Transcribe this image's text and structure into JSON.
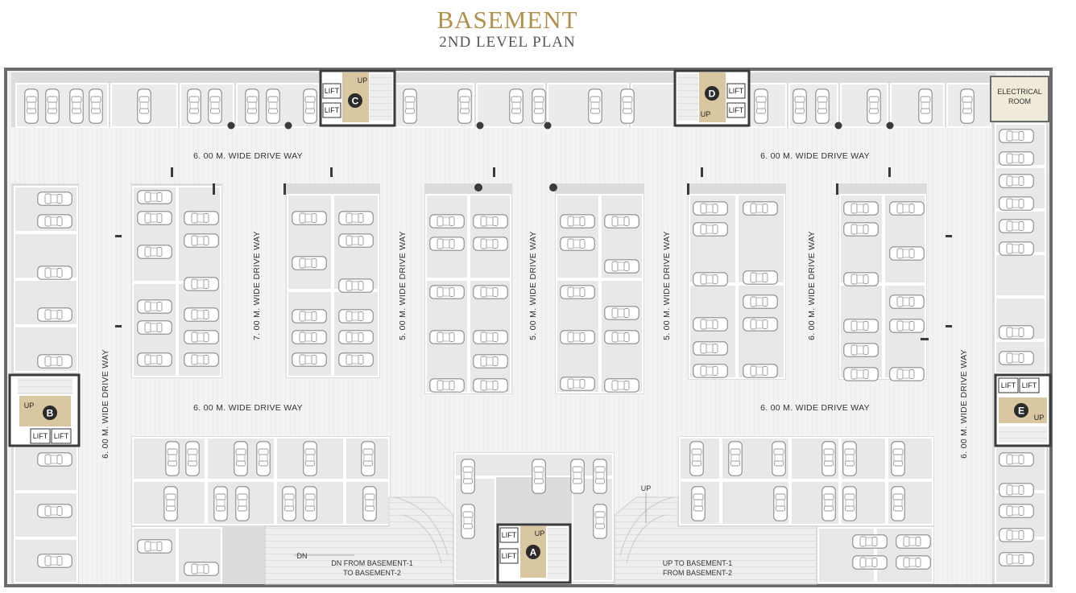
{
  "header": {
    "title": "BASEMENT",
    "subtitle": "2ND LEVEL PLAN"
  },
  "labels": {
    "drive_top_left": "6. 00 M. WIDE DRIVE WAY",
    "drive_top_right": "6. 00 M. WIDE DRIVE WAY",
    "drive_mid_left": "6. 00 M. WIDE DRIVE WAY",
    "drive_mid_right": "6. 00 M. WIDE DRIVE WAY",
    "drive_left_vertical": "6. 00 M. WIDE DRIVE WAY",
    "drive_right_vertical": "6. 00 M. WIDE DRIVE WAY",
    "drive_7m": "7. 00 M. WIDE DRIVE WAY",
    "drive_5m_1": "5. 00 M. WIDE DRIVE WAY",
    "drive_5m_2": "5. 00 M. WIDE DRIVE WAY",
    "drive_5m_3": "5. 00 M. WIDE DRIVE WAY",
    "drive_6m_v1": "6. 00 M. WIDE DRIVE WAY",
    "electrical_1": "ELECTRICAL",
    "electrical_2": "ROOM",
    "ramp_dn": "DN",
    "ramp_up": "UP",
    "ramp_down_1": "DN FROM BASEMENT-1",
    "ramp_down_2": "TO BASEMENT-2",
    "ramp_upto_1": "UP TO BASEMENT-1",
    "ramp_upto_2": "FROM BASEMENT-2"
  },
  "cores": [
    {
      "id": "C",
      "lift": "LIFT",
      "up": "UP"
    },
    {
      "id": "D",
      "lift": "LIFT",
      "up": "UP"
    },
    {
      "id": "B",
      "lift": "LIFT",
      "up": "UP"
    },
    {
      "id": "E",
      "lift": "LIFT",
      "up": "UP"
    },
    {
      "id": "A",
      "lift": "LIFT",
      "up": "UP"
    }
  ],
  "colors": {
    "wall": "#6b6b6b",
    "block": "#dcdcdc",
    "bay": "#e9e9e9",
    "drive": "#f1f1f1",
    "core": "#d8c7a0",
    "marker": "#2b2b2b",
    "accent": "#b3904a"
  }
}
